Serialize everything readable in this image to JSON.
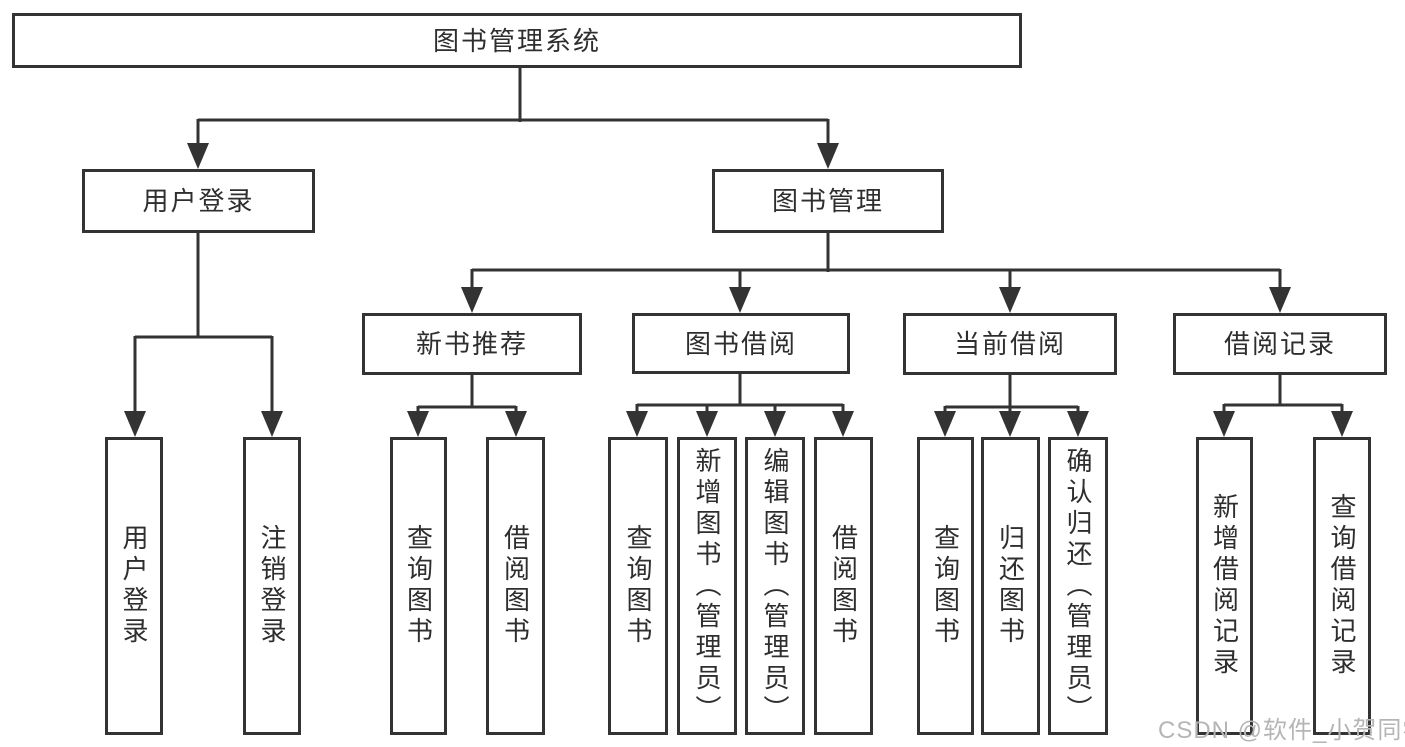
{
  "title": "图书管理系统",
  "colors": {
    "line": "#333333",
    "box_border": "#333333",
    "text": "#2e2e2e",
    "watermark": "#b5b5b5"
  },
  "nodes": {
    "root": "图书管理系统",
    "user_login": "用户登录",
    "book_management": "图书管理",
    "new_book_recommend": "新书推荐",
    "book_borrow": "图书借阅",
    "current_borrow": "当前借阅",
    "borrow_records": "借阅记录",
    "leaf_user_login": "用户登录",
    "leaf_logout": "注销登录",
    "nb_query_books": "查询图书",
    "nb_borrow_books": "借阅图书",
    "bb_query_books": "查询图书",
    "bb_add_books_admin": "新增图书（管理员）",
    "bb_edit_books_admin": "编辑图书（管理员）",
    "bb_borrow_books": "借阅图书",
    "cb_query_books": "查询图书",
    "cb_return_books": "归还图书",
    "cb_confirm_return_admin": "确认归还（管理员）",
    "br_add_record": "新增借阅记录",
    "br_query_record": "查询借阅记录"
  },
  "watermark": "CSDN @软件_小贺同学"
}
